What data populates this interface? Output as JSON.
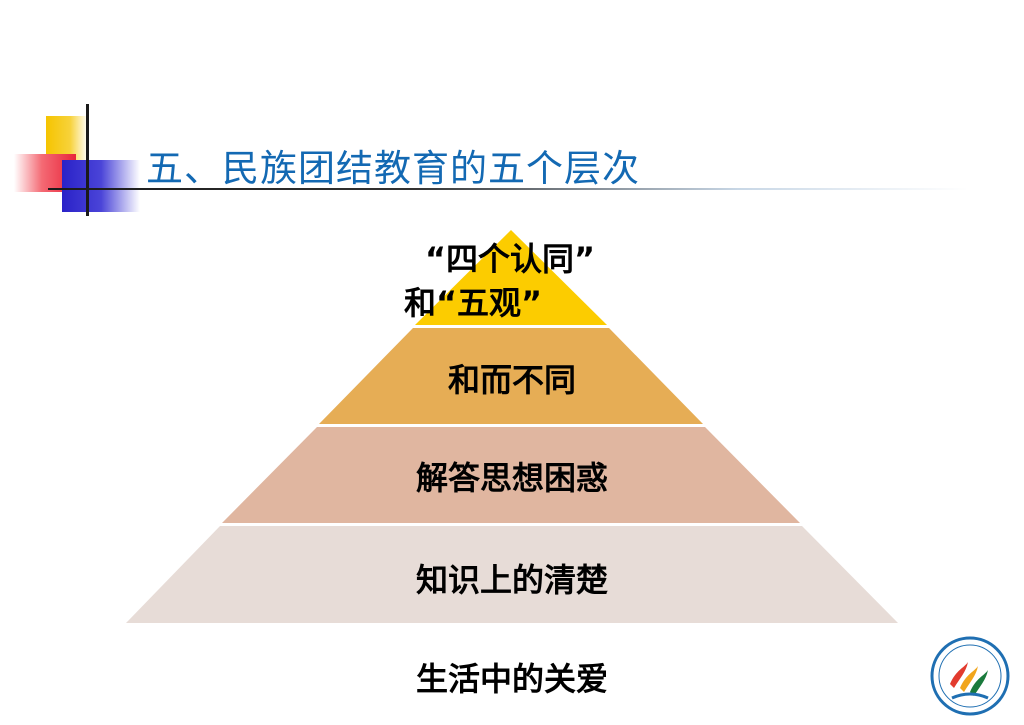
{
  "slide": {
    "title": "五、民族团结教育的五个层次"
  },
  "pyramid": {
    "tiers": [
      {
        "lines": [
          "“四个认同”",
          "和“五观”"
        ],
        "color": "#fccc00"
      },
      {
        "lines": [
          "和而不同"
        ],
        "color": "#e6ad55"
      },
      {
        "lines": [
          "解答思想困惑"
        ],
        "color": "#e0b6a0"
      },
      {
        "lines": [
          "知识上的清楚"
        ],
        "color": "#e7dcd7"
      }
    ],
    "base_label": "生活中的关爱"
  },
  "logo": {
    "icon": "school-emblem-icon",
    "colors": [
      "#e23b2e",
      "#f1a51c",
      "#1a7a3c",
      "#1f6fb2"
    ]
  }
}
